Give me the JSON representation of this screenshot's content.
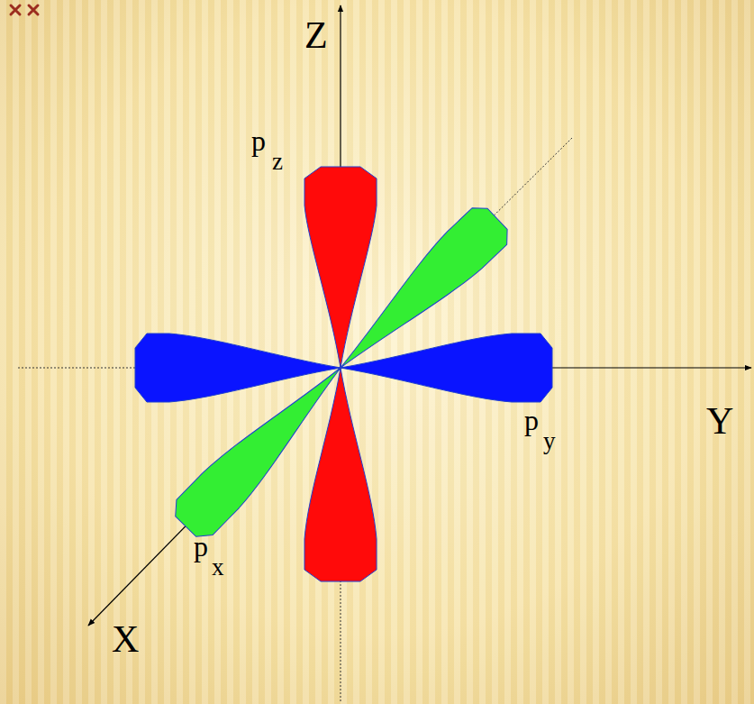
{
  "diagram": {
    "labels": [
      "Z",
      "p",
      "z",
      "Y",
      "p",
      "y",
      "p",
      "x",
      "X"
    ]
  }
}
